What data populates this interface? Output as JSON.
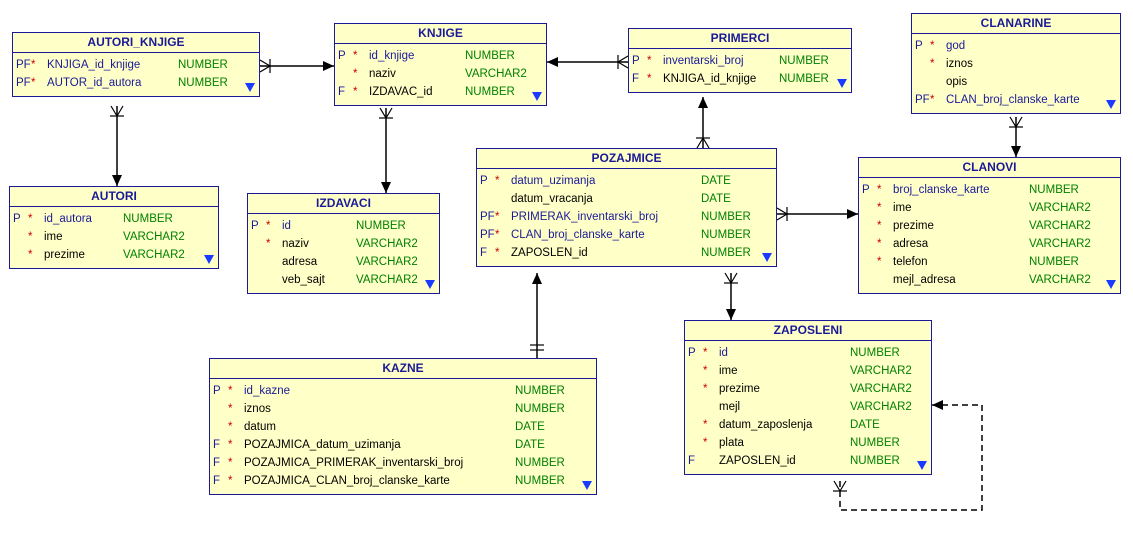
{
  "tables": [
    {
      "id": "autori_knjige",
      "title": "AUTORI_KNJIGE",
      "more": true,
      "rows": [
        {
          "key": "PF",
          "star": true,
          "fk": true,
          "name": "KNJIGA_id_knjige",
          "type": "NUMBER"
        },
        {
          "key": "PF",
          "star": true,
          "fk": true,
          "name": "AUTOR_id_autora",
          "type": "NUMBER"
        }
      ]
    },
    {
      "id": "knjige",
      "title": "KNJIGE",
      "more": true,
      "rows": [
        {
          "key": "P",
          "star": true,
          "fk": true,
          "name": "id_knjige",
          "type": "NUMBER"
        },
        {
          "key": "",
          "star": true,
          "fk": false,
          "name": "naziv",
          "type": "VARCHAR2"
        },
        {
          "key": "F",
          "star": true,
          "fk": false,
          "name": "IZDAVAC_id",
          "type": "NUMBER"
        }
      ]
    },
    {
      "id": "primerci",
      "title": "PRIMERCI",
      "more": true,
      "rows": [
        {
          "key": "P",
          "star": true,
          "fk": true,
          "name": "inventarski_broj",
          "type": "NUMBER"
        },
        {
          "key": "F",
          "star": true,
          "fk": false,
          "name": "KNJIGA_id_knjige",
          "type": "NUMBER"
        }
      ]
    },
    {
      "id": "clanarine",
      "title": "CLANARINE",
      "more": true,
      "rows": [
        {
          "key": "P",
          "star": true,
          "fk": true,
          "name": "god",
          "type": ""
        },
        {
          "key": "",
          "star": true,
          "fk": false,
          "name": "iznos",
          "type": ""
        },
        {
          "key": "",
          "star": false,
          "fk": false,
          "name": "opis",
          "type": ""
        },
        {
          "key": "PF",
          "star": true,
          "fk": true,
          "name": "CLAN_broj_clanske_karte",
          "type": ""
        }
      ]
    },
    {
      "id": "autori",
      "title": "AUTORI",
      "more": true,
      "rows": [
        {
          "key": "P",
          "star": true,
          "fk": true,
          "name": "id_autora",
          "type": "NUMBER"
        },
        {
          "key": "",
          "star": true,
          "fk": false,
          "name": "ime",
          "type": "VARCHAR2"
        },
        {
          "key": "",
          "star": true,
          "fk": false,
          "name": "prezime",
          "type": "VARCHAR2"
        }
      ]
    },
    {
      "id": "izdavaci",
      "title": "IZDAVACI",
      "more": true,
      "rows": [
        {
          "key": "P",
          "star": true,
          "fk": true,
          "name": "id",
          "type": "NUMBER"
        },
        {
          "key": "",
          "star": true,
          "fk": false,
          "name": "naziv",
          "type": "VARCHAR2"
        },
        {
          "key": "",
          "star": false,
          "fk": false,
          "name": "adresa",
          "type": "VARCHAR2"
        },
        {
          "key": "",
          "star": false,
          "fk": false,
          "name": "veb_sajt",
          "type": "VARCHAR2"
        }
      ]
    },
    {
      "id": "pozajmice",
      "title": "POZAJMICE",
      "more": true,
      "rows": [
        {
          "key": "P",
          "star": true,
          "fk": true,
          "name": "datum_uzimanja",
          "type": "DATE"
        },
        {
          "key": "",
          "star": false,
          "fk": false,
          "name": "datum_vracanja",
          "type": "DATE"
        },
        {
          "key": "PF",
          "star": true,
          "fk": true,
          "name": "PRIMERAK_inventarski_broj",
          "type": "NUMBER"
        },
        {
          "key": "PF",
          "star": true,
          "fk": true,
          "name": "CLAN_broj_clanske_karte",
          "type": "NUMBER"
        },
        {
          "key": "F",
          "star": true,
          "fk": false,
          "name": "ZAPOSLEN_id",
          "type": "NUMBER"
        }
      ]
    },
    {
      "id": "clanovi",
      "title": "CLANOVI",
      "more": true,
      "rows": [
        {
          "key": "P",
          "star": true,
          "fk": true,
          "name": "broj_clanske_karte",
          "type": "NUMBER"
        },
        {
          "key": "",
          "star": true,
          "fk": false,
          "name": "ime",
          "type": "VARCHAR2"
        },
        {
          "key": "",
          "star": true,
          "fk": false,
          "name": "prezime",
          "type": "VARCHAR2"
        },
        {
          "key": "",
          "star": true,
          "fk": false,
          "name": "adresa",
          "type": "VARCHAR2"
        },
        {
          "key": "",
          "star": true,
          "fk": false,
          "name": "telefon",
          "type": "NUMBER"
        },
        {
          "key": "",
          "star": false,
          "fk": false,
          "name": "mejl_adresa",
          "type": "VARCHAR2"
        }
      ]
    },
    {
      "id": "kazne",
      "title": "KAZNE",
      "more": true,
      "rows": [
        {
          "key": "P",
          "star": true,
          "fk": true,
          "name": "id_kazne",
          "type": "NUMBER"
        },
        {
          "key": "",
          "star": true,
          "fk": false,
          "name": "iznos",
          "type": "NUMBER"
        },
        {
          "key": "",
          "star": true,
          "fk": false,
          "name": "datum",
          "type": "DATE"
        },
        {
          "key": "F",
          "star": true,
          "fk": false,
          "name": "POZAJMICA_datum_uzimanja",
          "type": "DATE"
        },
        {
          "key": "F",
          "star": true,
          "fk": false,
          "name": "POZAJMICA_PRIMERAK_inventarski_broj",
          "type": "NUMBER"
        },
        {
          "key": "F",
          "star": true,
          "fk": false,
          "name": "POZAJMICA_CLAN_broj_clanske_karte",
          "type": "NUMBER"
        }
      ]
    },
    {
      "id": "zaposleni",
      "title": "ZAPOSLENI",
      "more": true,
      "rows": [
        {
          "key": "P",
          "star": true,
          "fk": true,
          "name": "id",
          "type": "NUMBER"
        },
        {
          "key": "",
          "star": true,
          "fk": false,
          "name": "ime",
          "type": "VARCHAR2"
        },
        {
          "key": "",
          "star": true,
          "fk": false,
          "name": "prezime",
          "type": "VARCHAR2"
        },
        {
          "key": "",
          "star": false,
          "fk": false,
          "name": "mejl",
          "type": "VARCHAR2"
        },
        {
          "key": "",
          "star": true,
          "fk": false,
          "name": "datum_zaposlenja",
          "type": "DATE"
        },
        {
          "key": "",
          "star": true,
          "fk": false,
          "name": "plata",
          "type": "NUMBER"
        },
        {
          "key": "F",
          "star": false,
          "fk": false,
          "name": "ZAPOSLEN_id",
          "type": "NUMBER"
        }
      ]
    }
  ],
  "relationships": [
    {
      "from": "autori_knjige",
      "to": "knjige"
    },
    {
      "from": "primerci",
      "to": "knjige"
    },
    {
      "from": "autori_knjige",
      "to": "autori"
    },
    {
      "from": "knjige",
      "to": "izdavaci"
    },
    {
      "from": "pozajmice",
      "to": "primerci"
    },
    {
      "from": "clanarine",
      "to": "clanovi"
    },
    {
      "from": "pozajmice",
      "to": "clanovi"
    },
    {
      "from": "kazne",
      "to": "pozajmice"
    },
    {
      "from": "pozajmice",
      "to": "zaposleni"
    },
    {
      "from": "zaposleni",
      "to": "zaposleni",
      "optional": true
    }
  ],
  "colors": {
    "table_bg": "#ffffc8",
    "border": "#1a1a99",
    "title": "#1a1a99",
    "key_column": "#1a1a99",
    "mandatory_star": "#cc0000",
    "fk_name": "#1a1a99",
    "data_type": "#008000",
    "scroll_arrow": "#1a3aff",
    "line": "#000000"
  }
}
